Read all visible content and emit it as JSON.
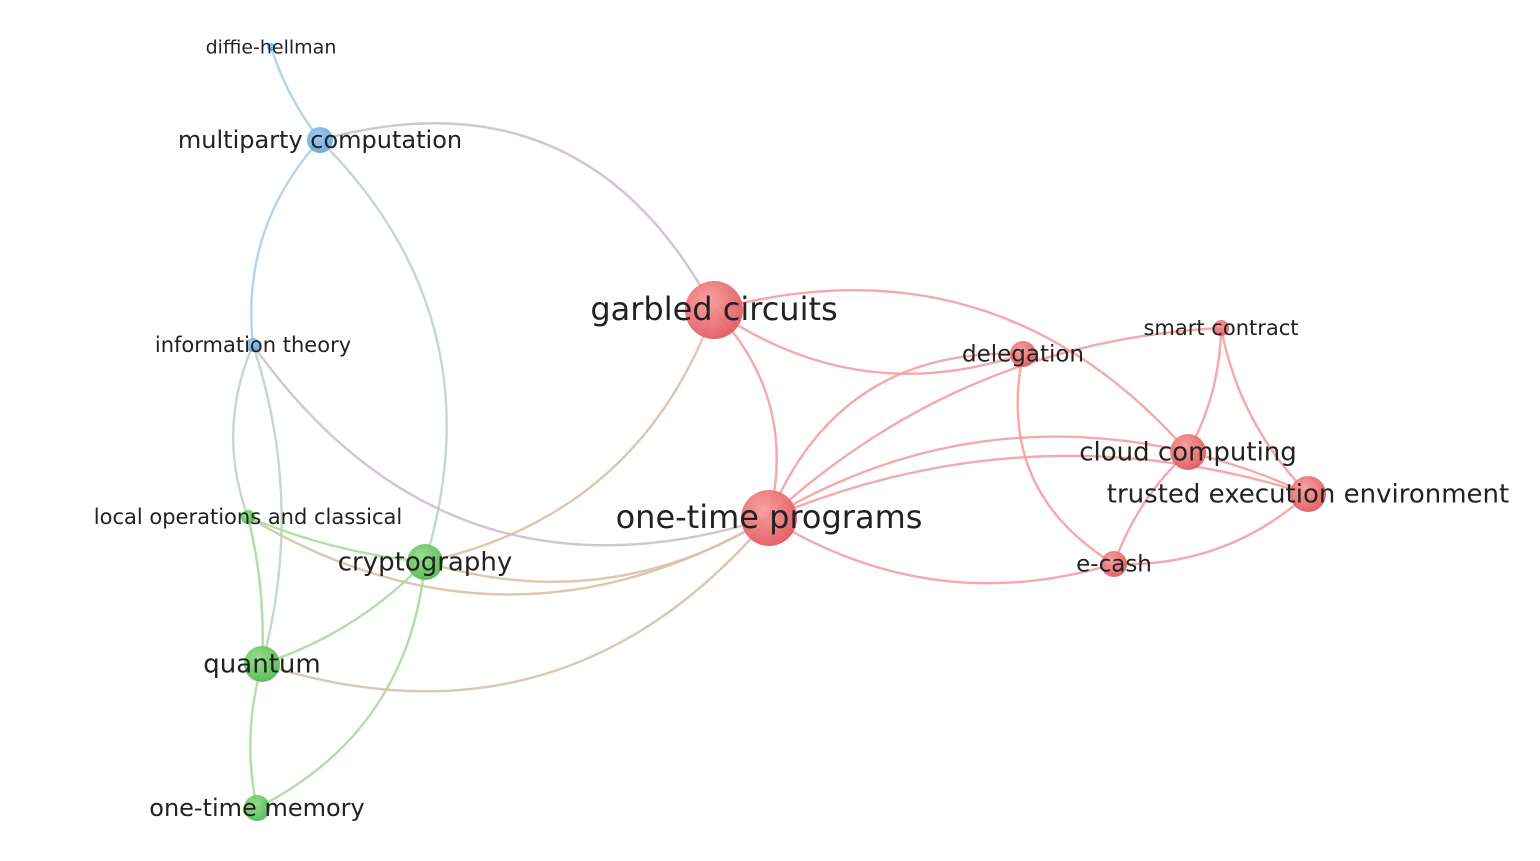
{
  "colors": {
    "red": "#e8575c",
    "green": "#5cc15a",
    "blue": "#6aaee0",
    "edge_red": "#f4a09f",
    "edge_green": "#a7dc9c",
    "edge_blue": "#a9cfee",
    "edge_mixed": "#cdbfcf"
  },
  "nodes": [
    {
      "id": "diffie-hellman",
      "label": "diffie-hellman",
      "cluster": "blue",
      "weight": 1
    },
    {
      "id": "multiparty-computation",
      "label": "multiparty computation",
      "cluster": "blue",
      "weight": 3
    },
    {
      "id": "information-theory",
      "label": "information theory",
      "cluster": "blue",
      "weight": 2
    },
    {
      "id": "local-operations",
      "label": "local operations and classical",
      "cluster": "green",
      "weight": 1
    },
    {
      "id": "cryptography",
      "label": "cryptography",
      "cluster": "green",
      "weight": 4
    },
    {
      "id": "quantum",
      "label": "quantum",
      "cluster": "green",
      "weight": 4
    },
    {
      "id": "one-time-memory",
      "label": "one-time memory",
      "cluster": "green",
      "weight": 3
    },
    {
      "id": "garbled-circuits",
      "label": "garbled circuits",
      "cluster": "red",
      "weight": 7
    },
    {
      "id": "one-time-programs",
      "label": "one-time programs",
      "cluster": "red",
      "weight": 7
    },
    {
      "id": "delegation",
      "label": "delegation",
      "cluster": "red",
      "weight": 3
    },
    {
      "id": "smart-contract",
      "label": "smart contract",
      "cluster": "red",
      "weight": 1
    },
    {
      "id": "cloud-computing",
      "label": "cloud computing",
      "cluster": "red",
      "weight": 4
    },
    {
      "id": "trusted-execution-environment",
      "label": "trusted execution environment",
      "cluster": "red",
      "weight": 4
    },
    {
      "id": "e-cash",
      "label": "e-cash",
      "cluster": "red",
      "weight": 3
    }
  ],
  "edges": [
    [
      "diffie-hellman",
      "multiparty-computation"
    ],
    [
      "multiparty-computation",
      "information-theory"
    ],
    [
      "multiparty-computation",
      "cryptography"
    ],
    [
      "multiparty-computation",
      "garbled-circuits"
    ],
    [
      "information-theory",
      "one-time-programs"
    ],
    [
      "information-theory",
      "quantum"
    ],
    [
      "information-theory",
      "local-operations"
    ],
    [
      "local-operations",
      "cryptography"
    ],
    [
      "local-operations",
      "quantum"
    ],
    [
      "local-operations",
      "one-time-programs"
    ],
    [
      "cryptography",
      "one-time-programs"
    ],
    [
      "cryptography",
      "quantum"
    ],
    [
      "cryptography",
      "one-time-memory"
    ],
    [
      "cryptography",
      "garbled-circuits"
    ],
    [
      "quantum",
      "one-time-memory"
    ],
    [
      "quantum",
      "one-time-programs"
    ],
    [
      "garbled-circuits",
      "one-time-programs"
    ],
    [
      "garbled-circuits",
      "delegation"
    ],
    [
      "garbled-circuits",
      "cloud-computing"
    ],
    [
      "one-time-programs",
      "delegation"
    ],
    [
      "one-time-programs",
      "smart-contract"
    ],
    [
      "one-time-programs",
      "cloud-computing"
    ],
    [
      "one-time-programs",
      "trusted-execution-environment"
    ],
    [
      "one-time-programs",
      "e-cash"
    ],
    [
      "delegation",
      "e-cash"
    ],
    [
      "smart-contract",
      "cloud-computing"
    ],
    [
      "smart-contract",
      "trusted-execution-environment"
    ],
    [
      "cloud-computing",
      "trusted-execution-environment"
    ],
    [
      "cloud-computing",
      "e-cash"
    ],
    [
      "trusted-execution-environment",
      "e-cash"
    ]
  ]
}
